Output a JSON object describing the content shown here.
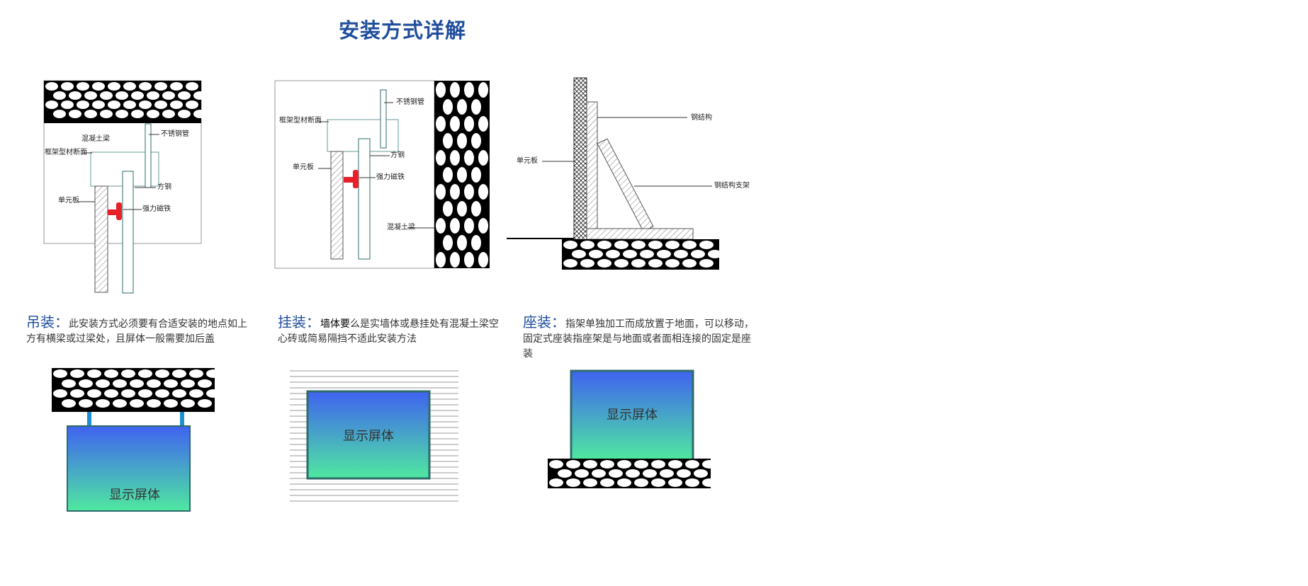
{
  "title": "安装方式详解",
  "diagram1": {
    "labels": {
      "concrete_beam": "混凝土梁",
      "frame_section": "框架型材断面",
      "stainless_pipe": "不锈钢管",
      "square_steel": "方钢",
      "unit_board": "单元板",
      "magnet": "强力磁铁"
    }
  },
  "diagram2": {
    "labels": {
      "stainless_pipe": "不锈钢管",
      "frame_section": "框架型材断面",
      "square_steel": "方钢",
      "unit_board": "单元板",
      "magnet": "强力磁铁",
      "concrete_beam": "混凝土梁"
    }
  },
  "diagram3": {
    "labels": {
      "steel_structure": "钢结构",
      "unit_board": "单元板",
      "steel_bracket": "钢结构支架"
    }
  },
  "methods": {
    "hang": {
      "head": "吊装：",
      "text": "此安装方式必须要有合适安装的地点如上方有横梁或过梁处，且屏体一般需要加后盖"
    },
    "wall": {
      "head": "挂装：",
      "emph": "墙体要",
      "text": "么是实墙体或悬挂处有混凝土梁空心砖或简易隔挡不适此安装方法"
    },
    "seat": {
      "head": "座装：",
      "text": "指架单独加工而成放置于地面，可以移动，固定式座装指座架是与地面或者面相连接的固定是座装"
    }
  },
  "screens": {
    "hang": "显示屏体",
    "wall": "显示屏体",
    "seat": "显示屏体"
  },
  "colors": {
    "title_blue": "#1f4e9c",
    "magnet_red": "#e8202a",
    "screen_top": "#3f62f0",
    "screen_bottom": "#4fe8a0",
    "screen_frame": "#2e6b6a",
    "hanger_blue": "#1b8fd0"
  }
}
